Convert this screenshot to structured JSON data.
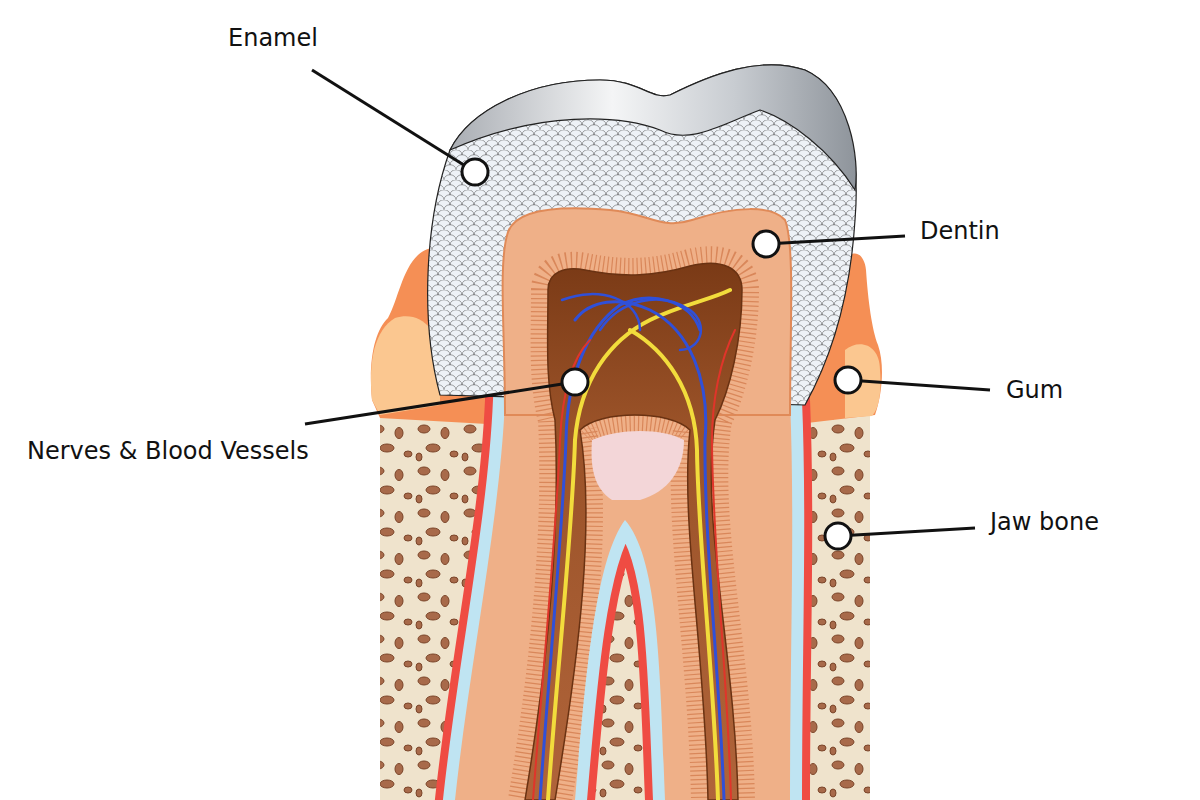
{
  "diagram": {
    "labels": [
      "Enamel",
      "Dentin",
      "Gum",
      "Nerves & Blood Vessels",
      "Jaw bone"
    ]
  }
}
